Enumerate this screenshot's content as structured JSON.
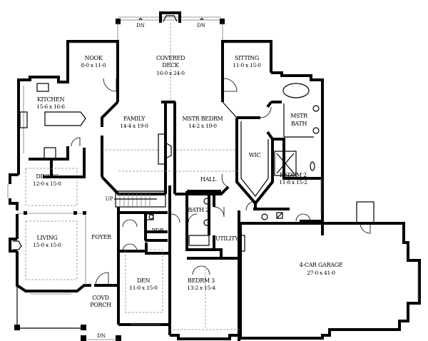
{
  "rooms": {
    "nook": {
      "name": "NOOK",
      "dims": "8-0 x 11-0"
    },
    "covered_deck": {
      "name_line1": "COVERED",
      "name_line2": "DECK",
      "dims": "16-0 x 24-0"
    },
    "sitting": {
      "name": "SITTING",
      "dims": "11-0 x 15-0"
    },
    "kitchen": {
      "name": "KITCHEN",
      "dims": "15-6 x 16-6"
    },
    "mstr_bath": {
      "name_line1": "MSTR",
      "name_line2": "BATH"
    },
    "family": {
      "name": "FAMILY",
      "dims": "14-4 x 19-0"
    },
    "mstr_bedrm": {
      "name": "MSTR BEDRM",
      "dims": "14-2 x 19-0"
    },
    "wic": {
      "name": "WIC"
    },
    "dining": {
      "name": "DINING",
      "dims": "12-0 x 15-0"
    },
    "hall": {
      "name": "HALL"
    },
    "bedrm2": {
      "name": "BEDRM 2",
      "dims": "11-8 x 15-2"
    },
    "bath2": {
      "name": "BATH 2"
    },
    "pdr": {
      "name": "PDR"
    },
    "utility": {
      "name": "UTILITY"
    },
    "living": {
      "name": "LIVING",
      "dims": "15-0 x 15-0"
    },
    "foyer": {
      "name": "FOYER"
    },
    "garage": {
      "name": "4-CAR GARAGE",
      "dims": "27-0 x 41-0"
    },
    "den": {
      "name": "DEN",
      "dims": "11-0 x 15-0"
    },
    "bedrm3": {
      "name": "BEDRM 3",
      "dims": "13-2 x 15-4"
    },
    "covd_porch": {
      "name_line1": "COVD",
      "name_line2": "PORCH"
    }
  },
  "stairs": {
    "deck_left": "DN",
    "deck_right": "DN",
    "porch": "DN",
    "interior": "UP"
  }
}
